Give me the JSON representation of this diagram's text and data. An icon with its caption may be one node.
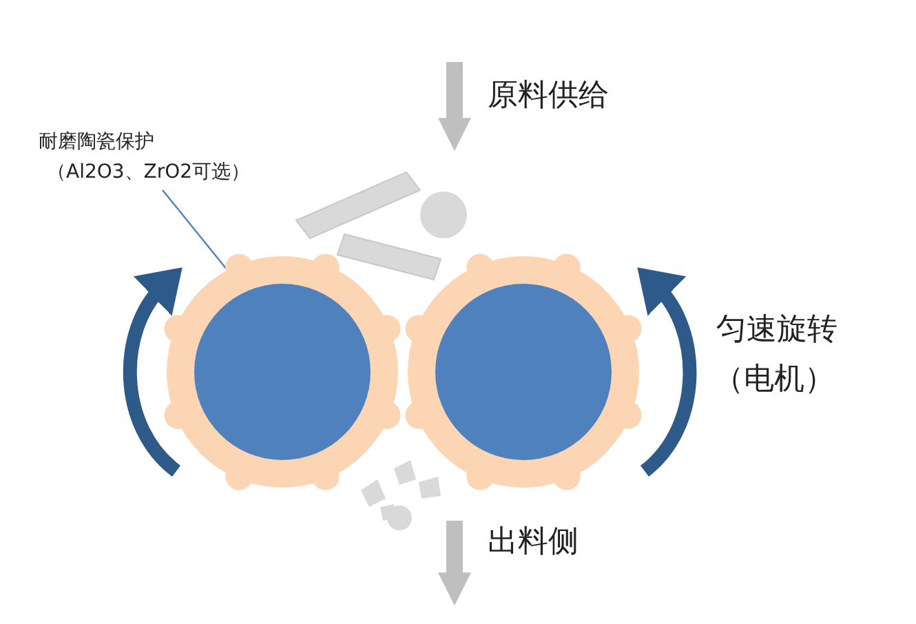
{
  "diagram": {
    "nodes": [
      {
        "text": [
          "耐磨陶瓷保护",
          "（Al2O3、ZrO2可选）"
        ]
      },
      {
        "text": [],
        "shape": "circle"
      }
    ],
    "edges": [
      {
        "from": 0,
        "to": 1,
        "arrow": "none"
      }
    ],
    "labels": [
      "原料供给",
      "匀速旋转",
      "（电机）",
      "出料侧"
    ]
  }
}
